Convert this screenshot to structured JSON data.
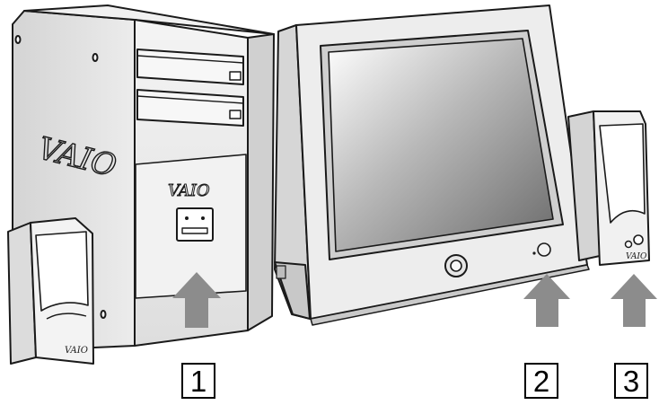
{
  "brand": "VAIO",
  "callouts": [
    {
      "label": "1"
    },
    {
      "label": "2"
    },
    {
      "label": "3"
    }
  ],
  "colors": {
    "line": "#1a1a1a",
    "body_light": "#eeeeee",
    "body_mid": "#d9d9d9",
    "body_dark": "#b9b9b9",
    "arrow": "#8c8c8c",
    "screen_light": "#ffffff",
    "screen_dark": "#6e6e6e"
  }
}
